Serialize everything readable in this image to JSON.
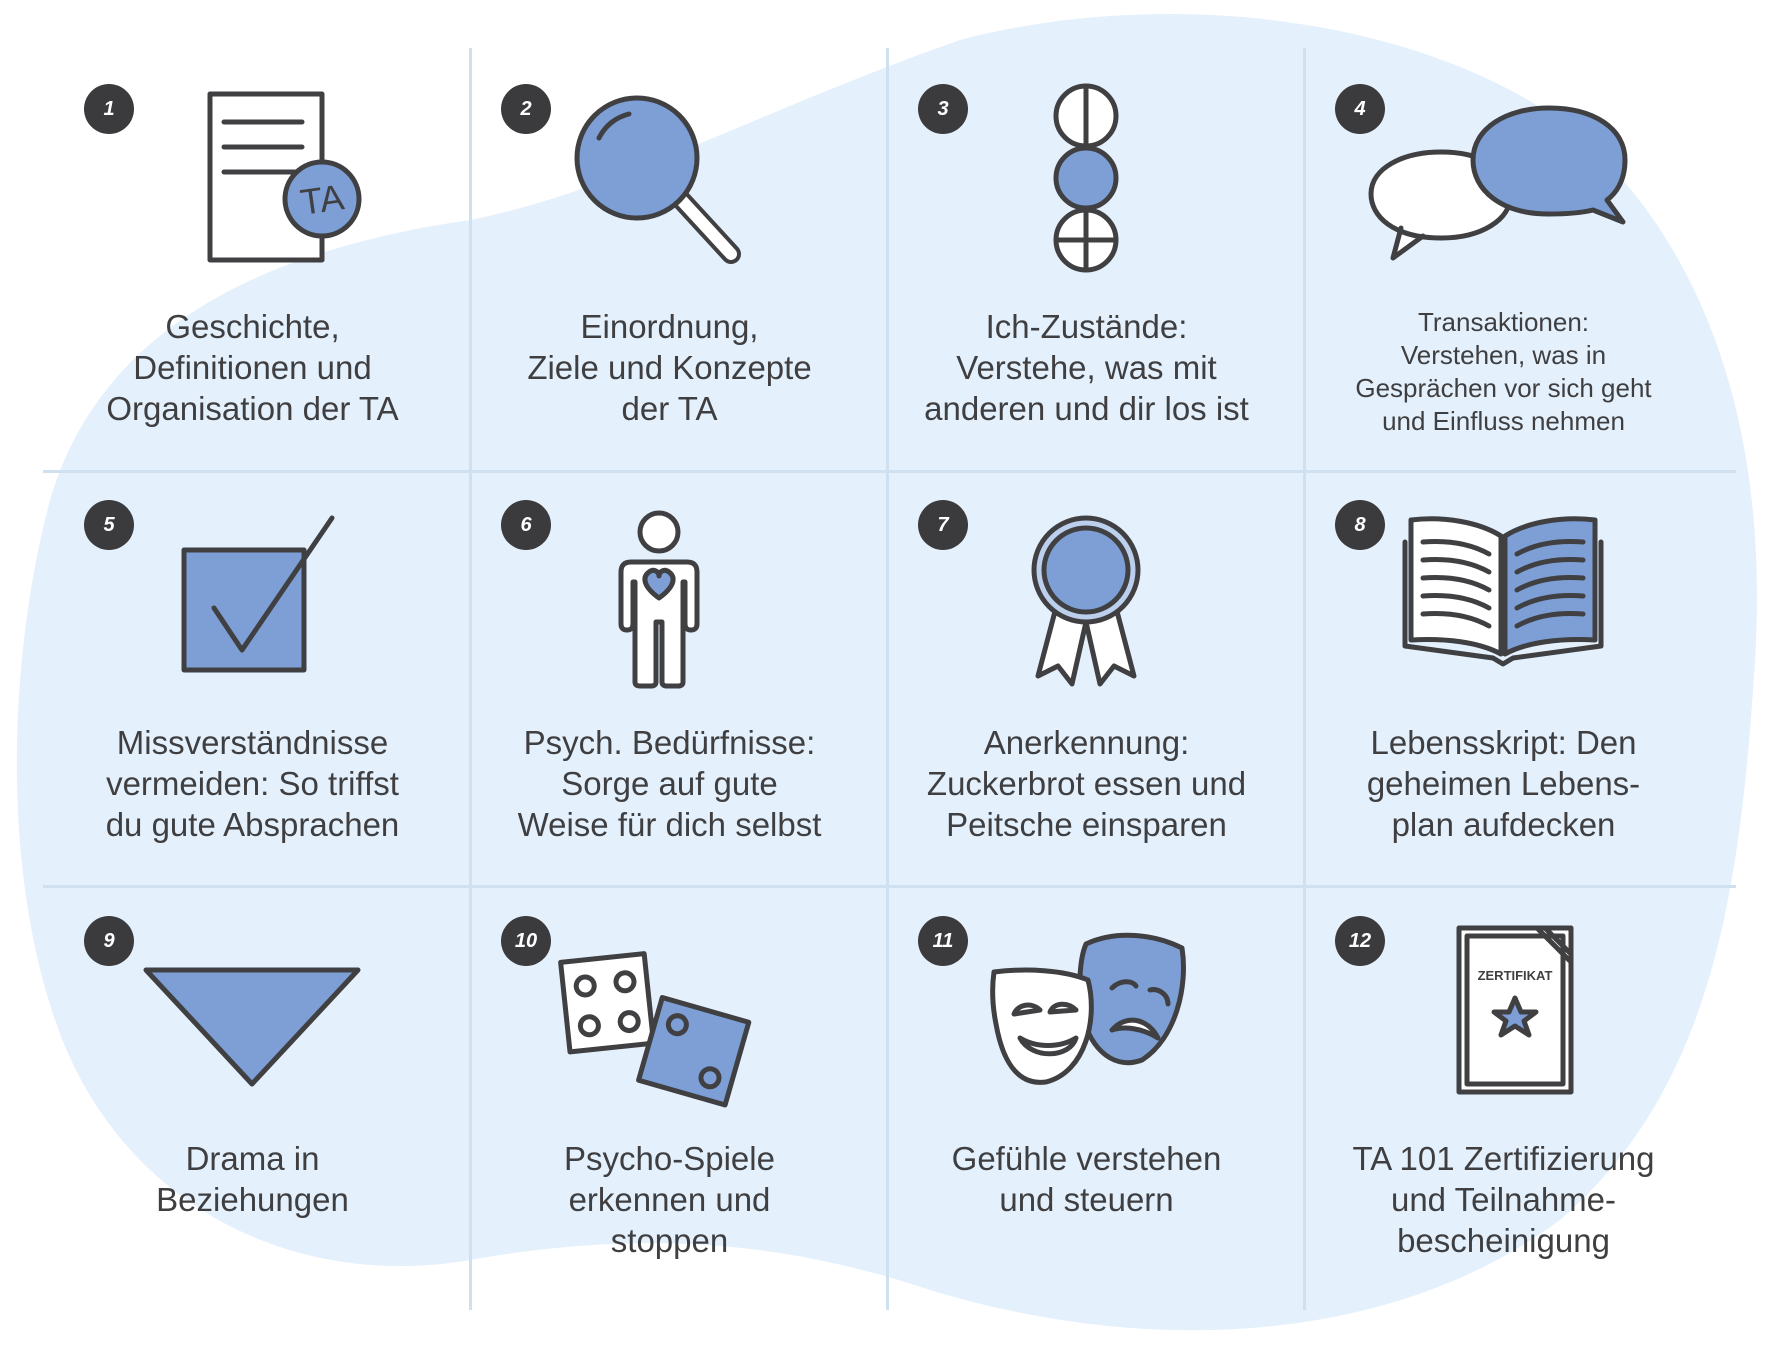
{
  "palette": {
    "accent": "#7d9fd6",
    "dark": "#404043",
    "blob": "#e4f1fc",
    "grid": "#cfe0f0"
  },
  "cards": [
    {
      "number": "1",
      "icon": "document-ta-icon",
      "label": "Geschichte,\nDefinitionen und\nOrganisation der TA",
      "icon_text": "TA"
    },
    {
      "number": "2",
      "icon": "magnifier-icon",
      "label": "Einordnung,\nZiele und Konzepte\nder TA"
    },
    {
      "number": "3",
      "icon": "ego-states-icon",
      "label": "Ich-Zustände:\nVerstehe, was mit\nanderen und dir los ist"
    },
    {
      "number": "4",
      "icon": "speech-bubbles-icon",
      "label": "Transaktionen:\nVerstehen, was in\nGesprächen vor sich geht\nund Einfluss nehmen"
    },
    {
      "number": "5",
      "icon": "checkbox-icon",
      "label": "Missverständnisse\nvermeiden: So triffst\ndu gute Absprachen"
    },
    {
      "number": "6",
      "icon": "person-heart-icon",
      "label": "Psych. Bedürfnisse:\nSorge auf gute\nWeise für dich selbst"
    },
    {
      "number": "7",
      "icon": "award-ribbon-icon",
      "label": "Anerkennung:\nZuckerbrot essen und\nPeitsche einsparen"
    },
    {
      "number": "8",
      "icon": "open-book-icon",
      "label": "Lebensskript: Den\ngeheimen Lebens-\nplan aufdecken"
    },
    {
      "number": "9",
      "icon": "triangle-icon",
      "label": "Drama in\nBeziehungen"
    },
    {
      "number": "10",
      "icon": "dice-icon",
      "label": "Psycho-Spiele\nerkennen und\nstoppen"
    },
    {
      "number": "11",
      "icon": "theater-masks-icon",
      "label": "Gefühle verstehen\nund steuern"
    },
    {
      "number": "12",
      "icon": "certificate-icon",
      "label": "TA 101 Zertifizierung\nund Teilnahme-\nbescheinigung",
      "icon_text": "ZERTIFIKAT"
    }
  ]
}
